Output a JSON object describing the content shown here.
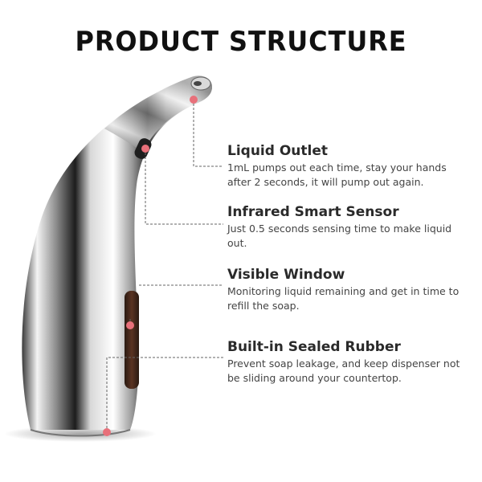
{
  "title": "PRODUCT STRUCTURE",
  "features": [
    {
      "title": "Liquid Outlet",
      "description": "1mL pumps out each time, stay your hands after 2 seconds, it will pump out again."
    },
    {
      "title": "Infrared Smart Sensor",
      "description": "Just 0.5 seconds sensing time to make liquid out."
    },
    {
      "title": "Visible Window",
      "description": "Monitoring liquid remaining and get in time to refill the soap."
    },
    {
      "title": "Built-in Sealed Rubber",
      "description": "Prevent soap leakage, and keep dispenser not be sliding around your countertop."
    }
  ],
  "colors": {
    "callout_dot": "#e8707a",
    "leader_line": "#666666",
    "body_chrome": "#c9c9c9"
  }
}
